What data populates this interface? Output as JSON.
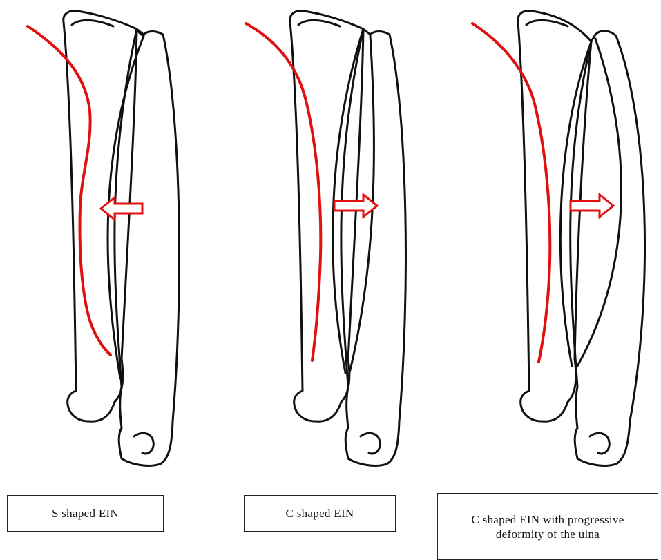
{
  "colors": {
    "bone_outline": "#111111",
    "nail": "#e01010",
    "arrow": "#e01010"
  },
  "panels": [
    {
      "caption": "S shaped EIN",
      "nail_shape": "S",
      "arrow_direction": "left",
      "ulna_deformity": false
    },
    {
      "caption": "C shaped EIN",
      "nail_shape": "C",
      "arrow_direction": "right",
      "ulna_deformity": false
    },
    {
      "caption": "C shaped EIN with progressive deformity of the ulna",
      "nail_shape": "C",
      "arrow_direction": "right",
      "ulna_deformity": true
    }
  ]
}
